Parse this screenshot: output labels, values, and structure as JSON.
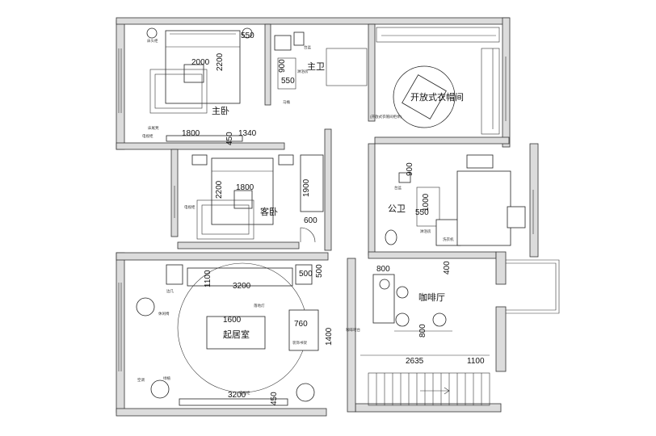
{
  "rooms": {
    "master_bedroom": "主卧",
    "master_bath": "主卫",
    "walk_in_closet": "开放式衣帽间",
    "guest_bedroom": "客卧",
    "public_bath": "公卫",
    "cafe": "咖啡厅",
    "living_room": "起居室"
  },
  "dimensions": {
    "master_bed_w": "2000",
    "master_bed_l": "2200",
    "master_w1": "1800",
    "master_w2": "450",
    "master_w3": "1340",
    "master_bath_550_a": "550",
    "master_bath_900": "900",
    "master_bath_550_b": "550",
    "guest_bed_l": "2200",
    "guest_bed_w": "1800",
    "guest_wardrobe_l": "1900",
    "guest_wardrobe_w": "600",
    "pub_bath_900": "900",
    "pub_bath_1000": "1000",
    "pub_bath_550": "550",
    "cafe_800_a": "800",
    "cafe_400": "400",
    "cafe_800_b": "800",
    "cafe_2635": "2635",
    "cafe_1100": "1100",
    "living_1100": "1100",
    "living_sofa": "3200",
    "living_500_a": "500",
    "living_500_b": "500",
    "living_table": "1600",
    "living_760": "760",
    "living_1400": "1400",
    "living_tv": "3200",
    "living_450": "450"
  },
  "notes": {
    "n_bedside": "床头柜",
    "n_bench": "床尾凳",
    "n_mb_tv": "电视柜",
    "n_sink": "台盆",
    "n_shower": "淋浴房",
    "n_bath_item": "马桶",
    "n_closet": "(开放式衣帽间柜体)",
    "n_guest_tv": "电视柜",
    "n_pub_sink": "台盆",
    "n_pub_shower": "淋浴房",
    "n_laundry": "洗衣机",
    "n_chair": "休闲椅",
    "n_cafe": "咖啡吧台",
    "n_side": "边几",
    "n_lamp": "落地灯",
    "n_plant": "绿植",
    "n_tv_cab": "电视柜",
    "n_bookcase": "装饰书架",
    "n_ac": "空调"
  }
}
